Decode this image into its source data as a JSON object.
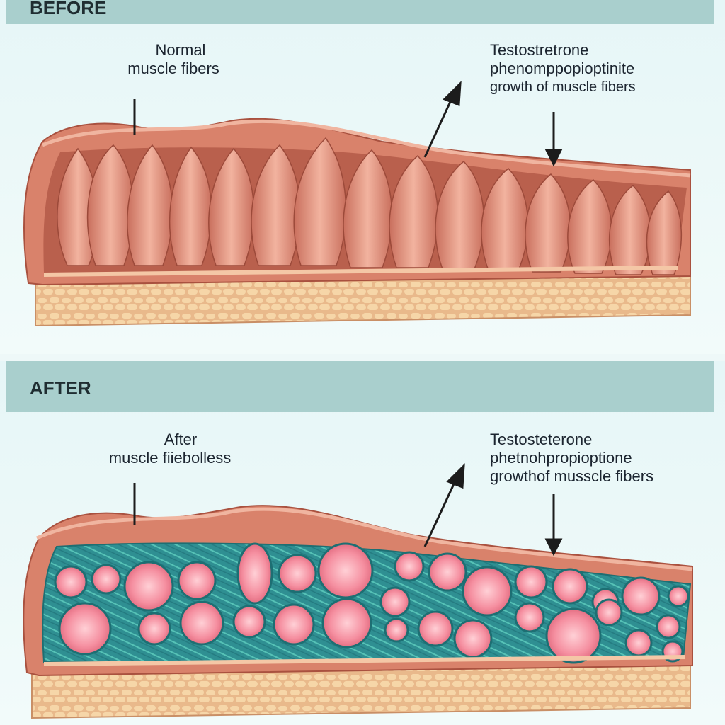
{
  "before": {
    "heading": "BEFORE",
    "left_label": {
      "line1": "Normal",
      "line2": "muscle fibers"
    },
    "right_label": {
      "line1": "Testostretrone",
      "line2": "phenomppopioptinite",
      "line3": "growth of muscle fibers"
    }
  },
  "after": {
    "heading": "AFTER",
    "left_label": {
      "line1": "After",
      "line2": "muscle fiiebolless"
    },
    "right_label": {
      "line1": "Testosteterone",
      "line2": "phetnohpropioptione",
      "line3": "growthof musscle fibers"
    }
  },
  "colors": {
    "banner": "#a9cfcd",
    "muscle_fiber": "#e59a86",
    "sheath": "#d98a72",
    "fat_layer": "#f3cf9f",
    "connective_tissue": "#3aa7a0",
    "fiber_cross_section": "#f58fa0"
  }
}
